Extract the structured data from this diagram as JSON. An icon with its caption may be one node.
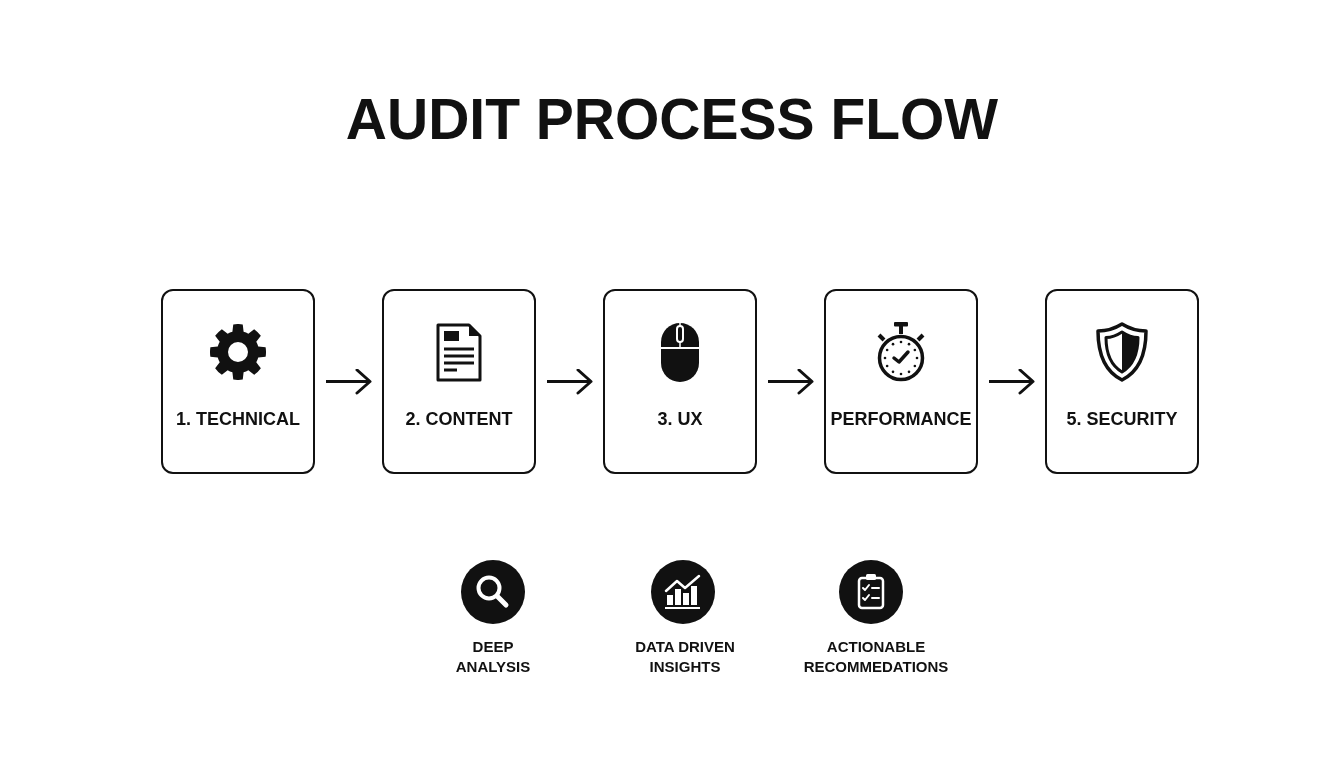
{
  "diagram": {
    "title": "AUDIT PROCESS FLOW",
    "nodes": [
      {
        "text": [
          "1. TECHNICAL"
        ]
      },
      {
        "text": [
          "2. CONTENT"
        ]
      },
      {
        "text": [
          "3. UX"
        ]
      },
      {
        "text": [
          "PERFORMANCE"
        ]
      },
      {
        "text": [
          "5. SECURITY"
        ]
      }
    ],
    "edges": [
      {
        "from": 0,
        "to": 1,
        "arrow": "to"
      },
      {
        "from": 1,
        "to": 2,
        "arrow": "to"
      },
      {
        "from": 2,
        "to": 3,
        "arrow": "to"
      },
      {
        "from": 3,
        "to": 4,
        "arrow": "to"
      }
    ],
    "labels": [
      "DEEP ANALYSIS",
      "DATA DRIVEN INSIGHTS",
      "ACTIONABLE RECOMMEDATIONS"
    ]
  }
}
